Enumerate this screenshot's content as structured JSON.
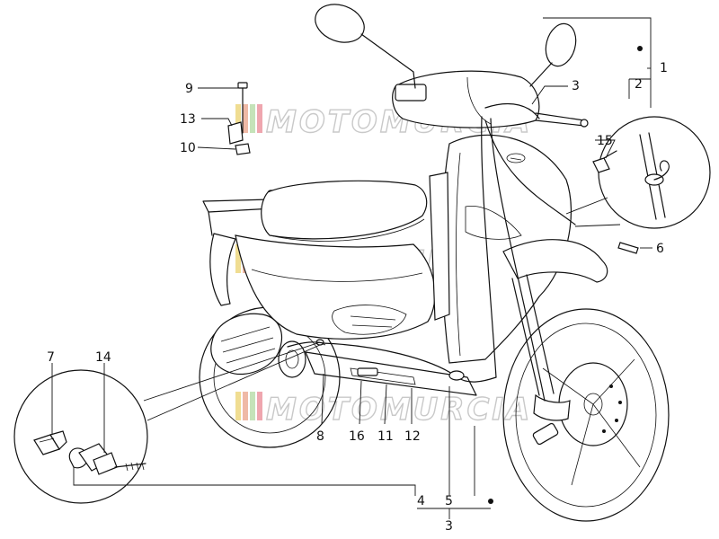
{
  "watermark": {
    "text": "MOTOMURCIA"
  },
  "callouts": {
    "c1": "1",
    "c2": "2",
    "c3_top": "3",
    "c3_bottom": "3",
    "c4": "4",
    "c5": "5",
    "c6": "6",
    "c7": "7",
    "c8": "8",
    "c9": "9",
    "c10": "10",
    "c11": "11",
    "c12": "12",
    "c13": "13",
    "c14": "14",
    "c15": "15",
    "c16": "16"
  }
}
